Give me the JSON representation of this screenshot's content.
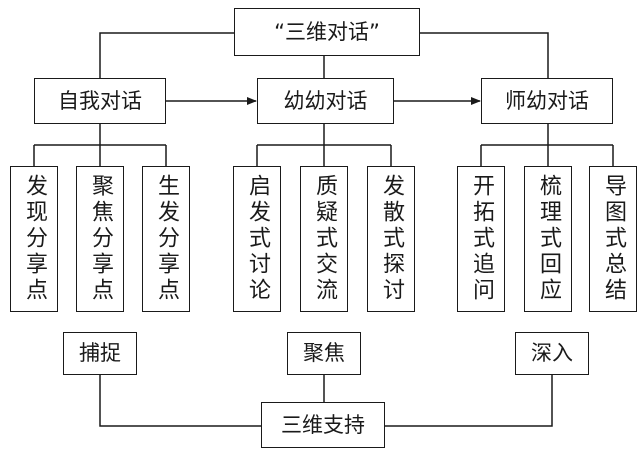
{
  "diagram": {
    "top": "“三维对话”",
    "level1": [
      "自我对话",
      "幼幼对话",
      "师幼对话"
    ],
    "level2": [
      [
        "发现分享点",
        "聚焦分享点",
        "生发分享点"
      ],
      [
        "启发式讨论",
        "质疑式交流",
        "发散式探讨"
      ],
      [
        "开拓式追问",
        "梳理式回应",
        "导图式总结"
      ]
    ],
    "supports": [
      "捕捉",
      "聚焦",
      "深入"
    ],
    "bottom": "三维支持"
  }
}
